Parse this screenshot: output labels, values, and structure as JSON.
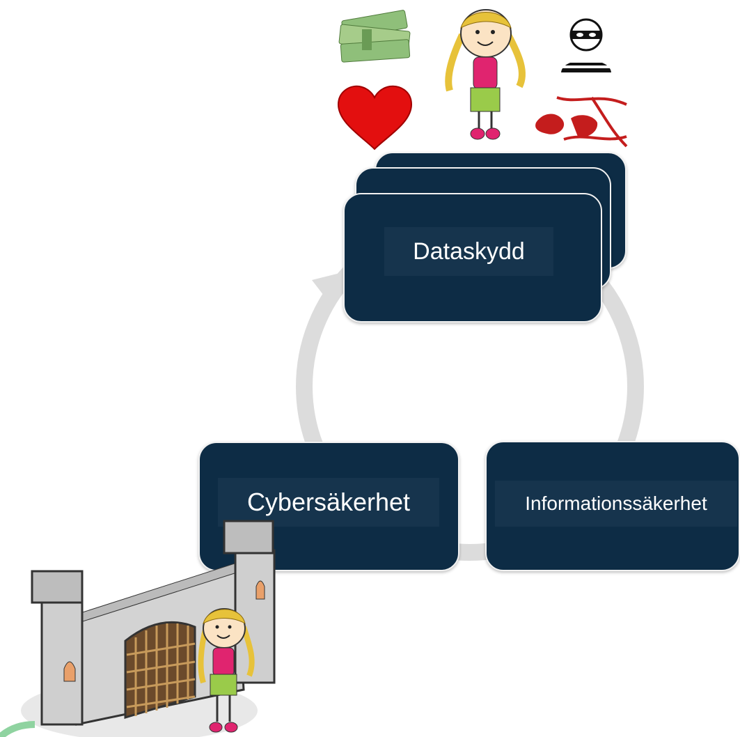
{
  "diagram": {
    "nodes": {
      "top": "Dataskydd",
      "left": "Cybersäkerhet",
      "right": "Informationssäkerhet"
    },
    "colors": {
      "box": "#0d2c45",
      "label": "#16344d",
      "cycle": "#dcdcdc"
    },
    "icons": [
      "money-icon",
      "heart-icon",
      "girl-icon",
      "thief-icon",
      "world-network-icon",
      "castle-icon"
    ]
  }
}
